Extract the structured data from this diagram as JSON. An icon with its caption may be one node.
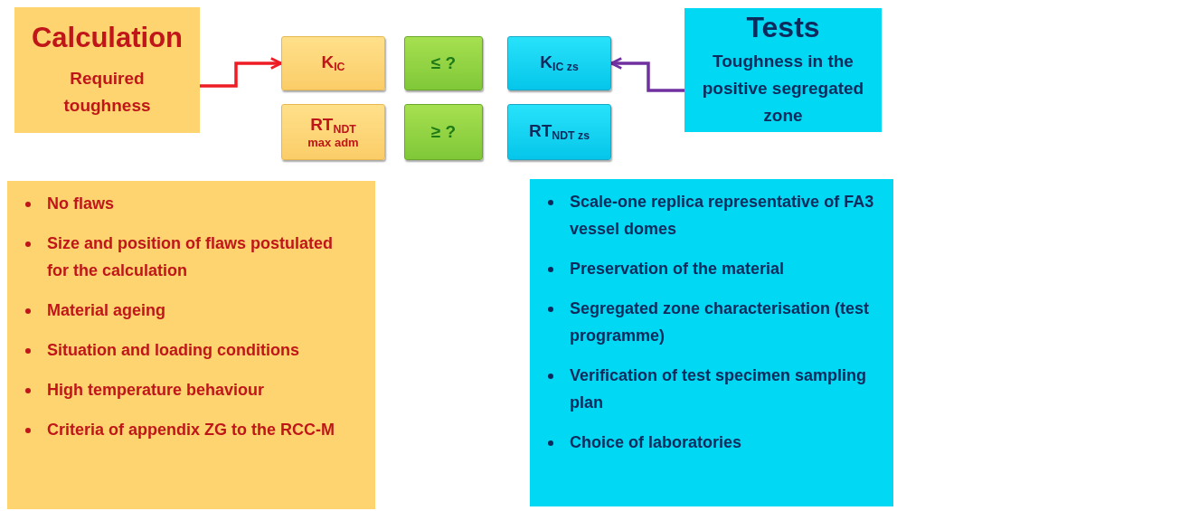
{
  "diagram": {
    "nodes": [
      {
        "text": [
          "Calculation",
          "Required toughness"
        ]
      },
      {
        "text": [
          "K$_{IC}$"
        ]
      },
      {
        "text": [
          "≤ ?"
        ]
      },
      {
        "text": [
          "K$_{IC zs}$"
        ]
      },
      {
        "text": [
          "Tests",
          "Toughness in the positive segregated zone"
        ]
      },
      {
        "text": [
          "RT$_{NDT}$",
          "max adm"
        ]
      },
      {
        "text": [
          "≥ ?"
        ]
      },
      {
        "text": [
          "RT$_{NDT zs}$"
        ]
      },
      {
        "text": [
          "No flaws",
          "Size and position of flaws postulated for the calculation",
          "Material ageing",
          "Situation and loading conditions",
          "High temperature behaviour",
          "Criteria of appendix ZG to the RCC-M"
        ]
      },
      {
        "text": [
          "Scale-one replica representative of FA3 vessel domes",
          "Preservation of the material",
          "Segregated zone characterisation (test programme)",
          "Verification of test specimen sampling plan",
          "Choice of laboratories"
        ]
      }
    ],
    "edges": [
      {
        "from": 0,
        "to": 1,
        "arrow": "to",
        "color": "#ee1c24"
      },
      {
        "from": 4,
        "to": 3,
        "arrow": "to",
        "color": "#7030a0"
      }
    ]
  }
}
